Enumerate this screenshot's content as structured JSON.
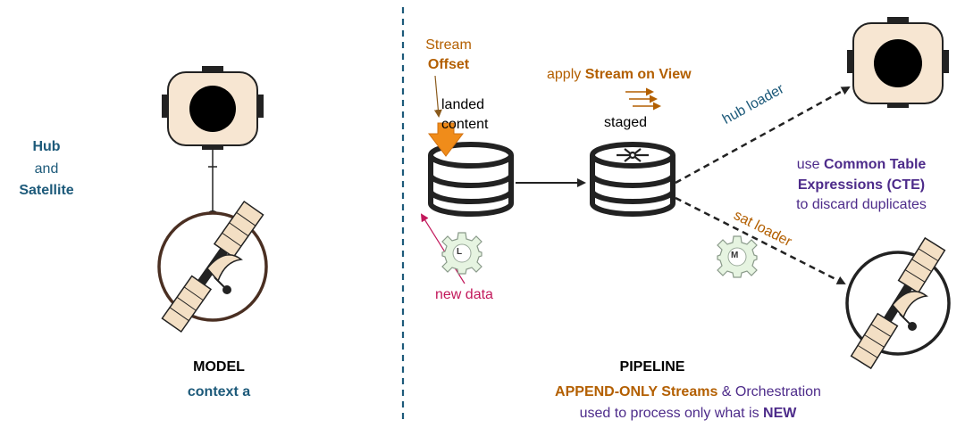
{
  "model": {
    "hub_word": "Hub",
    "and_word": "and",
    "sat_word": "Satellite",
    "title": "MODEL",
    "subtitle": "context a"
  },
  "pipeline": {
    "stream_label_1": "Stream",
    "stream_label_2": "Offset",
    "landed_1": "landed",
    "landed_2": "content",
    "apply_prefix": "apply ",
    "apply_bold": "Stream on View",
    "staged": "staged",
    "hub_loader": "hub loader",
    "sat_loader": "sat loader",
    "cte_1a": "use ",
    "cte_1b": "Common Table",
    "cte_2": "Expressions (CTE)",
    "cte_3": "to discard duplicates",
    "new_data": "new data",
    "gear_l": "L",
    "gear_m": "M",
    "title": "PIPELINE",
    "line1_bold": "APPEND-ONLY Streams",
    "line1_amp": " & ",
    "line1_rest": "Orchestration",
    "line2_prefix": "used to process only what is ",
    "line2_bold": "NEW"
  },
  "colors": {
    "teal": "#1d5a7a",
    "orange": "#b35f00",
    "purple": "#4d2b8a",
    "pink": "#c2185b",
    "hub_fill": "#f7e6d2",
    "gear_fill": "#e6f4e1"
  }
}
